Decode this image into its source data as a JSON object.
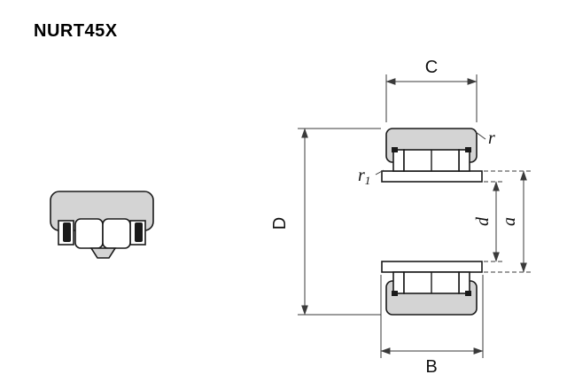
{
  "title": "NURT45X",
  "labels": {
    "C": "C",
    "B": "B",
    "D": "D",
    "d": "d",
    "a": "a",
    "r": "r",
    "r1_base": "r",
    "r1_sub": "1"
  },
  "colors": {
    "background": "#ffffff",
    "ring_fill": "#d4d4d4",
    "outline": "#1a1a1a",
    "dimension": "#3a3a3a"
  }
}
